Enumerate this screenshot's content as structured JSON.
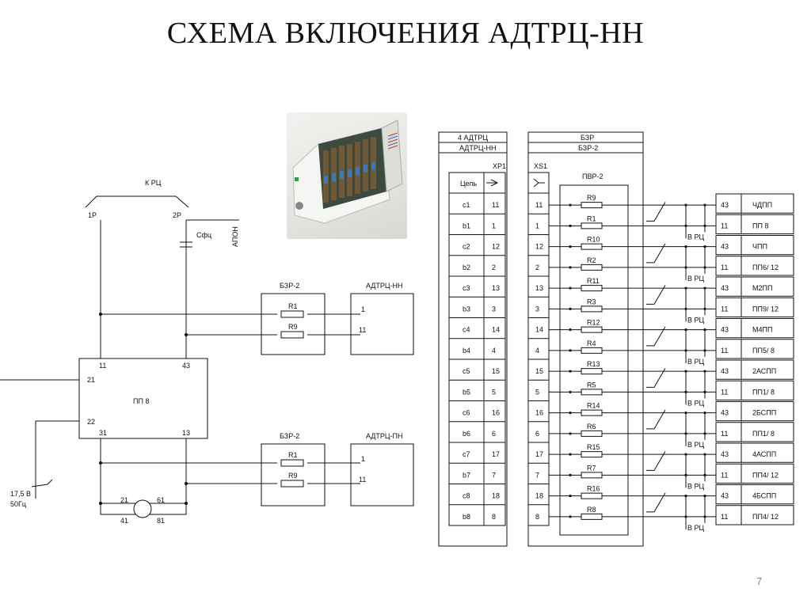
{
  "title": "СХЕМА ВКЛЮЧЕНИЯ АДТРЦ-НН",
  "page_number": "7",
  "left": {
    "k_rc": "К РЦ",
    "t1": "1Р",
    "t2": "2Р",
    "cap": "Сфц",
    "apon": "АПОН",
    "src_voltage": "17,5 В",
    "src_freq": "50Гц",
    "blk_top_left": "БЗР-2",
    "blk_top_right": "АДТРЦ-НН",
    "blk_bot_left": "БЗР-2",
    "blk_bot_right": "АДТРЦ-ПН",
    "r1": "R1",
    "r9": "R9",
    "out1": "1",
    "out11": "11",
    "relay": "ПП 8",
    "relay_pins": [
      "11",
      "43",
      "21",
      "22",
      "31",
      "13"
    ],
    "motor_pins": [
      "21",
      "61",
      "41",
      "81"
    ]
  },
  "right": {
    "xp1_head1": "4 АДТРЦ",
    "xp1_head2": "АДТРЦ-НН",
    "xp1_label": "ХР1",
    "col_chain": "Цепь",
    "chain_labels": [
      "c1",
      "b1",
      "c2",
      "b2",
      "c3",
      "b3",
      "c4",
      "b4",
      "c5",
      "b5",
      "c6",
      "b6",
      "c7",
      "b7",
      "c8",
      "b8"
    ],
    "pin_numbers": [
      "11",
      "1",
      "12",
      "2",
      "13",
      "3",
      "14",
      "4",
      "15",
      "5",
      "16",
      "6",
      "17",
      "7",
      "18",
      "8"
    ],
    "bzr_head1": "БЗР",
    "bzr_head2": "БЗР-2",
    "xs1_label": "XS1",
    "pvr_label": "ПВР-2",
    "resistors": [
      "R9",
      "R1",
      "R10",
      "R2",
      "R11",
      "R3",
      "R12",
      "R4",
      "R13",
      "R5",
      "R14",
      "R6",
      "R15",
      "R7",
      "R16",
      "R8"
    ],
    "vrc": "В РЦ",
    "out_pins": [
      "43",
      "11",
      "43",
      "11",
      "43",
      "11",
      "43",
      "11",
      "43",
      "11",
      "43",
      "11",
      "43",
      "11",
      "43",
      "11"
    ],
    "out_labels": [
      "ЧДПП",
      "ПП 8",
      "ЧПП",
      "ПП6/ 12",
      "М2ПП",
      "ПП9/ 12",
      "М4ПП",
      "ПП5/ 8",
      "2АСПП",
      "ПП1/ 8",
      "2БСПП",
      "ПП1/ 8",
      "4АСПП",
      "ПП4/ 12",
      "4БСПП",
      "ПП4/ 12"
    ]
  }
}
